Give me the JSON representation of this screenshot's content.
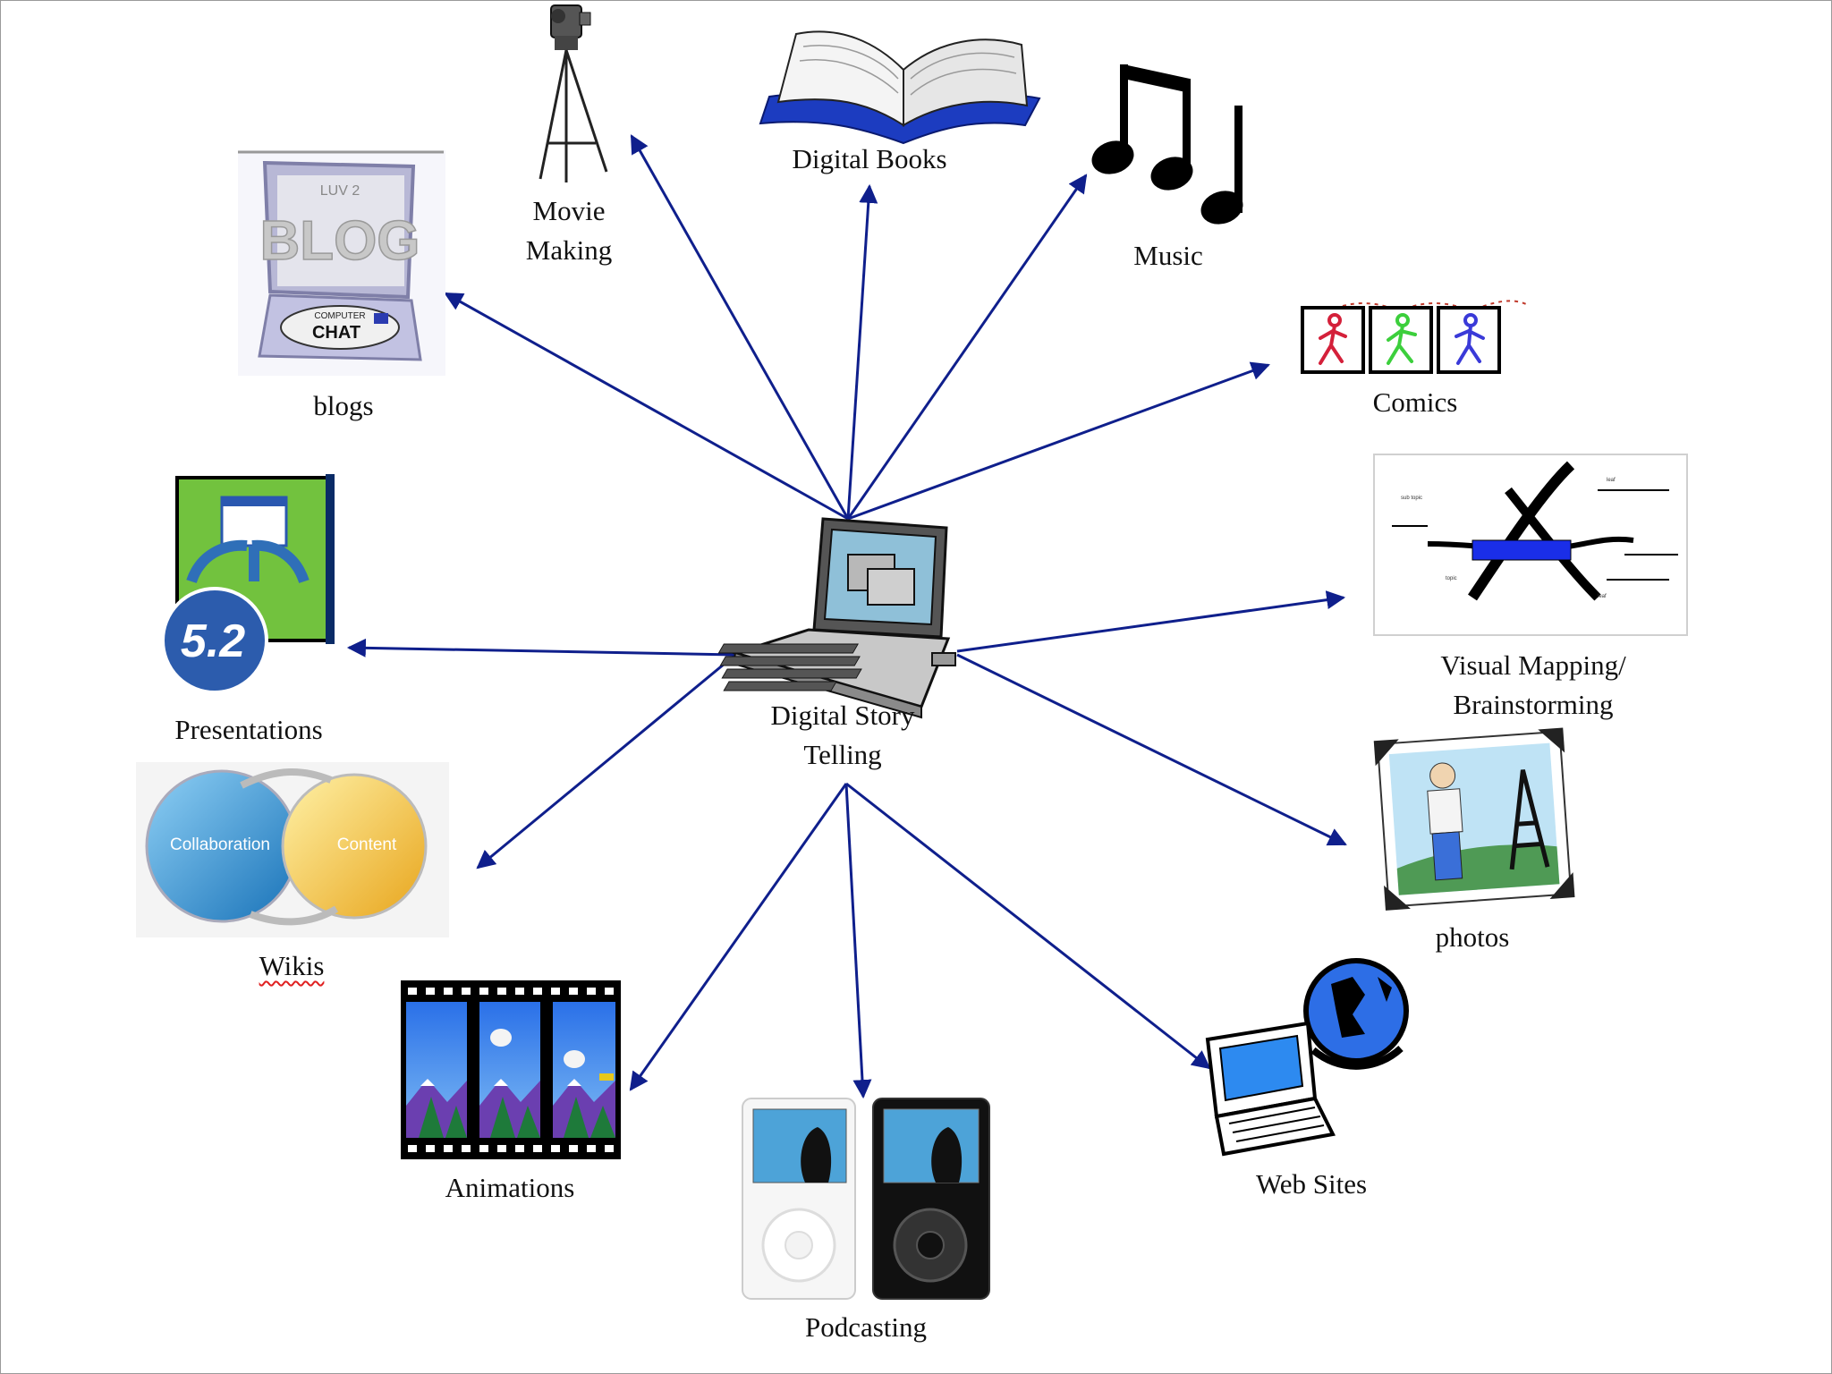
{
  "diagram": {
    "center": {
      "line1": "Digital Story",
      "line2": "Telling"
    },
    "nodes": {
      "movie": {
        "line1": "Movie",
        "line2": "Making"
      },
      "books": {
        "label": "Digital Books"
      },
      "music": {
        "label": "Music"
      },
      "comics": {
        "label": "Comics"
      },
      "mapping": {
        "line1": "Visual Mapping/",
        "line2": "Brainstorming"
      },
      "photos": {
        "label": "photos"
      },
      "websites": {
        "label": "Web Sites"
      },
      "podcasting": {
        "label": "Podcasting"
      },
      "animations": {
        "label": "Animations"
      },
      "wikis": {
        "label": "Wikis"
      },
      "presentations": {
        "label": "Presentations"
      },
      "blogs": {
        "label": "blogs"
      }
    },
    "icon_text": {
      "blog_top": "LUV 2",
      "blog_big": "BLOG",
      "blog_chat1": "COMPUTER",
      "blog_chat2": "CHAT",
      "presentation_version": "5.2",
      "wiki_left": "Collaboration",
      "wiki_right": "Content"
    },
    "colors": {
      "arrow": "#0f1f8c",
      "label": "#111111"
    }
  }
}
